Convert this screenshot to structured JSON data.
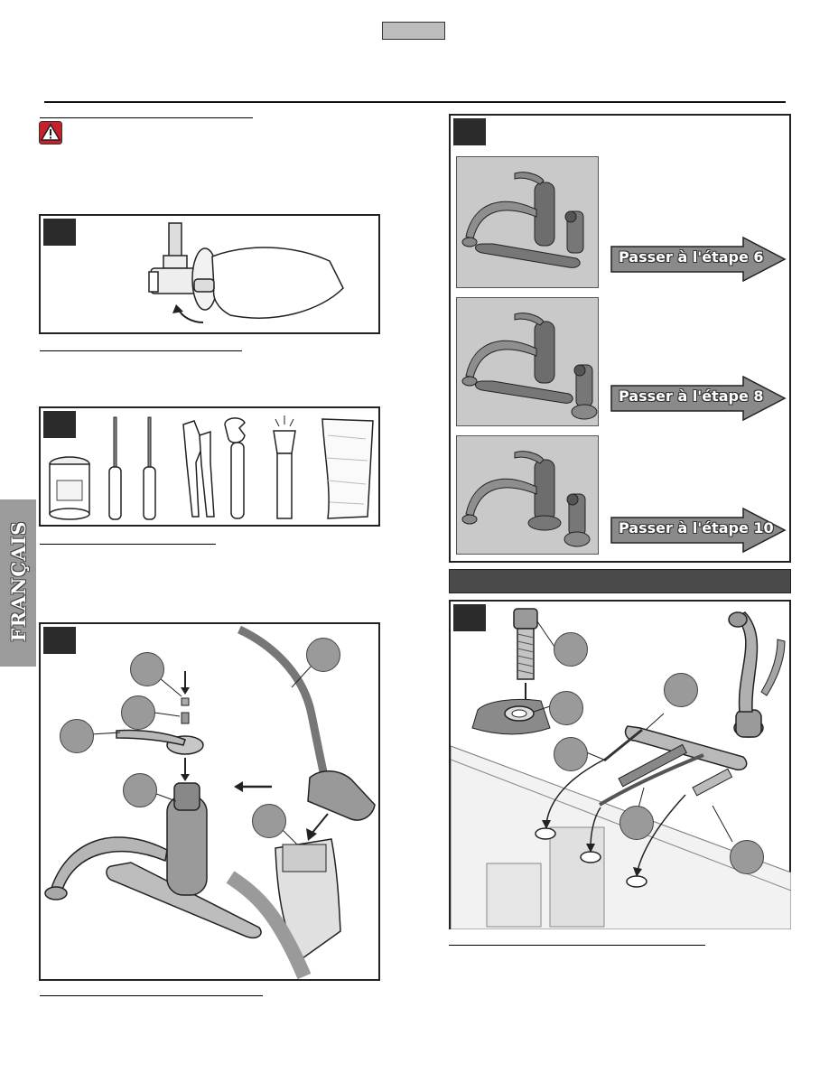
{
  "side_tab": {
    "label": "FRANÇAIS"
  },
  "step_options": [
    {
      "label": "Passer à l'étape 6"
    },
    {
      "label": "Passer à l'étape 8"
    },
    {
      "label": "Passer à l'étape 10"
    }
  ],
  "colors": {
    "panel_dark": "#2b2b2b",
    "callout_gray": "#9a9a9a",
    "arrow_gray": "#8a8a8a",
    "photo_gray": "#c9c9c9",
    "warning_red": "#c8202a"
  }
}
